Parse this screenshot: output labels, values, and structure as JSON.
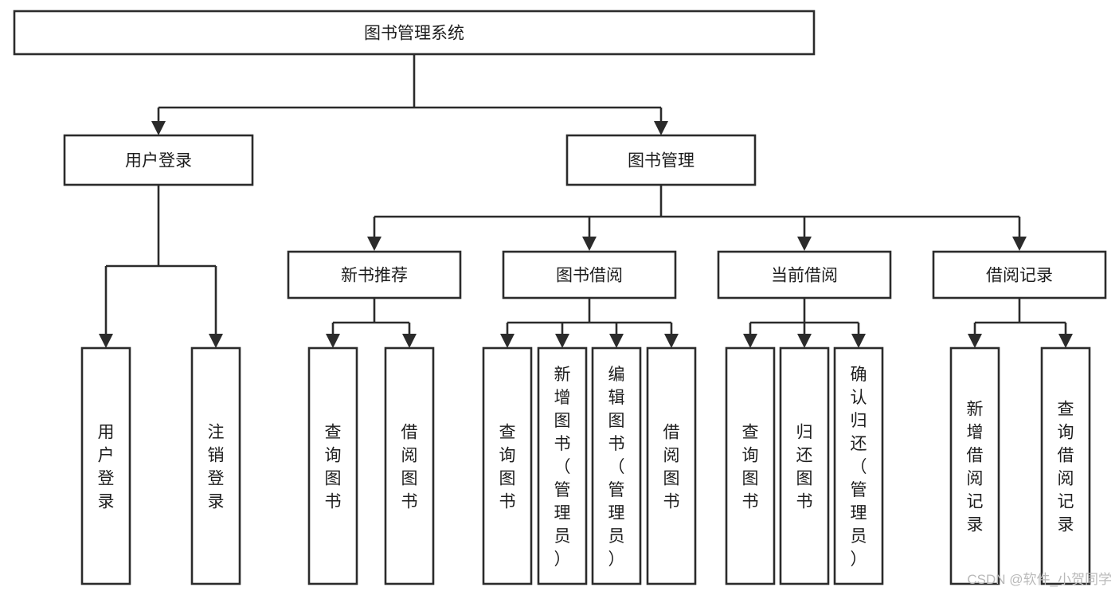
{
  "diagram": {
    "title": "图书管理系统",
    "type": "tree-hierarchy-diagram",
    "root": {
      "label": "图书管理系统"
    },
    "level2": [
      {
        "label": "用户登录"
      },
      {
        "label": "图书管理"
      }
    ],
    "level3": [
      {
        "label": "新书推荐"
      },
      {
        "label": "图书借阅"
      },
      {
        "label": "当前借阅"
      },
      {
        "label": "借阅记录"
      }
    ],
    "leaves": {
      "user_login": [
        {
          "label": "用户登录"
        },
        {
          "label": "注销登录"
        }
      ],
      "new_book_recommend": [
        {
          "label": "查询图书"
        },
        {
          "label": "借阅图书"
        }
      ],
      "book_borrow": [
        {
          "label": "查询图书"
        },
        {
          "label": "新增图书（管理员）"
        },
        {
          "label": "编辑图书（管理员）"
        },
        {
          "label": "借阅图书"
        }
      ],
      "current_borrow": [
        {
          "label": "查询图书"
        },
        {
          "label": "归还图书"
        },
        {
          "label": "确认归还（管理员）"
        }
      ],
      "borrow_record": [
        {
          "label": "新增借阅记录"
        },
        {
          "label": "查询借阅记录"
        }
      ]
    }
  },
  "watermark": {
    "text": "CSDN @软件_小贺同学"
  },
  "colors": {
    "stroke": "#2b2b2b",
    "box_fill": "#ffffff",
    "text": "#1d1d1d",
    "background": "#ffffff",
    "watermark": "#b9b9b9"
  }
}
